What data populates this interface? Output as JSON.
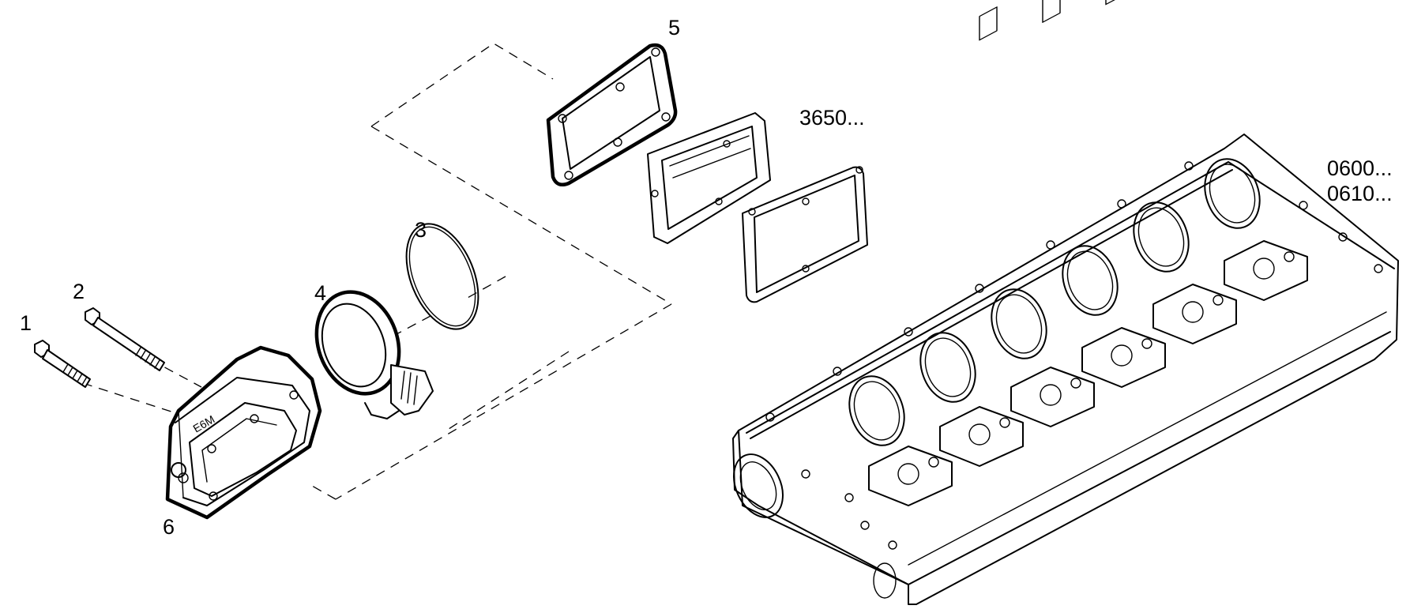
{
  "callouts": {
    "item_1": "1",
    "item_2": "2",
    "item_3": "3",
    "item_4": "4",
    "item_5": "5",
    "item_6": "6"
  },
  "references": {
    "ref_3650": "3650...",
    "ref_0600": "0600...",
    "ref_0610": "0610..."
  },
  "housing_marking": "E6M"
}
